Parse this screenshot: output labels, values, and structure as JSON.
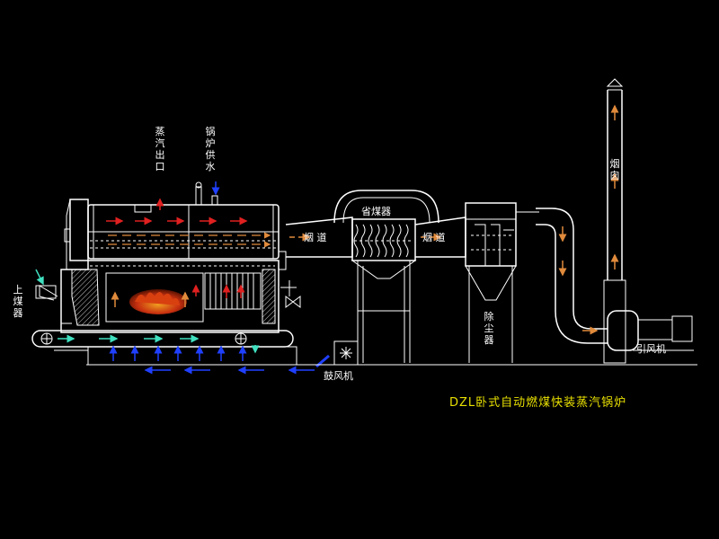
{
  "title": "DZL卧式自动燃煤快装蒸汽锅炉",
  "labels": {
    "steam_outlet": "蒸汽出口",
    "boiler_feedwater": "锅炉供水",
    "coal_feed": "上煤器",
    "flue_left": "烟 道",
    "flue_right": "烟 道",
    "economizer": "省煤器",
    "dust_collector": "除尘器",
    "chimney": "烟囱",
    "blower": "鼓风机",
    "induced_fan": "引风机"
  },
  "colors": {
    "background": "#000000",
    "line": "#ffffff",
    "title": "#e8e000",
    "hot_arrow": "#e02020",
    "warm_arrow": "#e08a3c",
    "air_arrow": "#2040ff",
    "coal_arrow": "#40e0c0",
    "flame": "#d84010"
  }
}
